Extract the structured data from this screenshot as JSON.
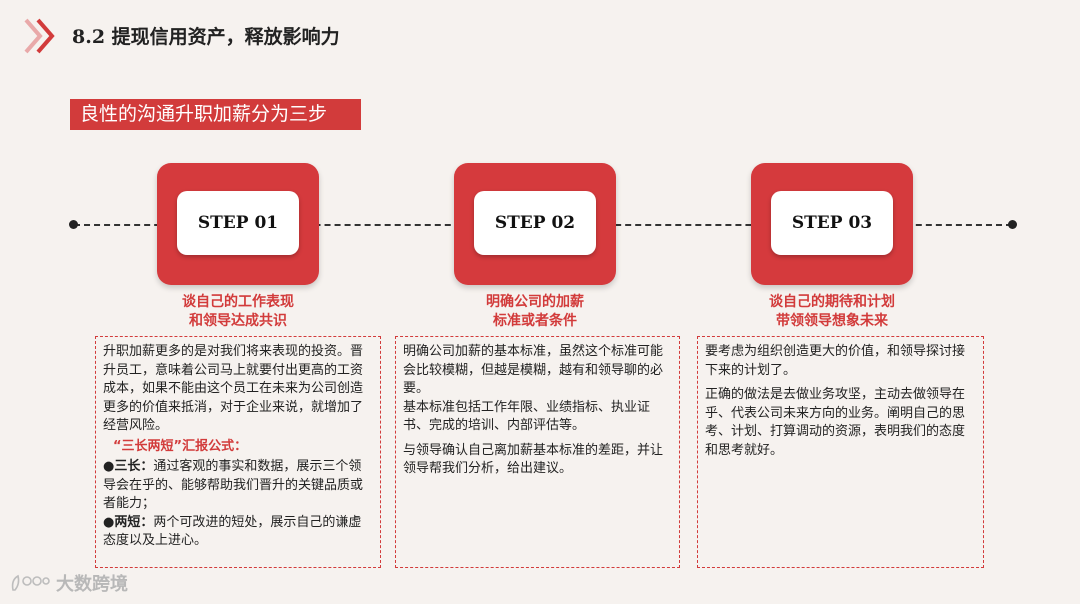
{
  "header": {
    "title": "8.2 提现信用资产，释放影响力"
  },
  "banner": {
    "text": "良性的沟通升职加薪分为三步"
  },
  "steps": [
    {
      "label": "STEP 01",
      "title_line1": "谈自己的工作表现",
      "title_line2": "和领导达成共识",
      "para1": "升职加薪更多的是对我们将来表现的投资。晋升员工，意味着公司马上就要付出更高的工资成本，如果不能由这个员工在未来为公司创造更多的价值来抵消，对于企业来说，就增加了经营风险。",
      "formula": "“三长两短”汇报公式：",
      "b1_label": "●三长：",
      "b1_text": "通过客观的事实和数据，展示三个领导会在乎的、能够帮助我们晋升的关键品质或者能力；",
      "b2_label": "●两短：",
      "b2_text": "两个可改进的短处，展示自己的谦虚态度以及上进心。"
    },
    {
      "label": "STEP 02",
      "title_line1": "明确公司的加薪",
      "title_line2": "标准或者条件",
      "para1": "明确公司加薪的基本标准，虽然这个标准可能会比较模糊，但越是模糊，越有和领导聊的必要。",
      "para2": "基本标准包括工作年限、业绩指标、执业证书、完成的培训、内部评估等。",
      "para3": "与领导确认自己离加薪基本标准的差距，并让领导帮我们分析，给出建议。"
    },
    {
      "label": "STEP 03",
      "title_line1": "谈自己的期待和计划",
      "title_line2": "带领领导想象未来",
      "para1": "要考虑为组织创造更大的价值，和领导探讨接下来的计划了。",
      "para2": "正确的做法是去做业务攻坚，主动去做领导在乎、代表公司未来方向的业务。阐明自己的思考、计划、打算调动的资源，表明我们的态度和思考就好。"
    }
  ],
  "watermark": {
    "text": "大数跨境"
  },
  "colors": {
    "accent": "#d23b3b",
    "background": "#f6f2ef"
  }
}
